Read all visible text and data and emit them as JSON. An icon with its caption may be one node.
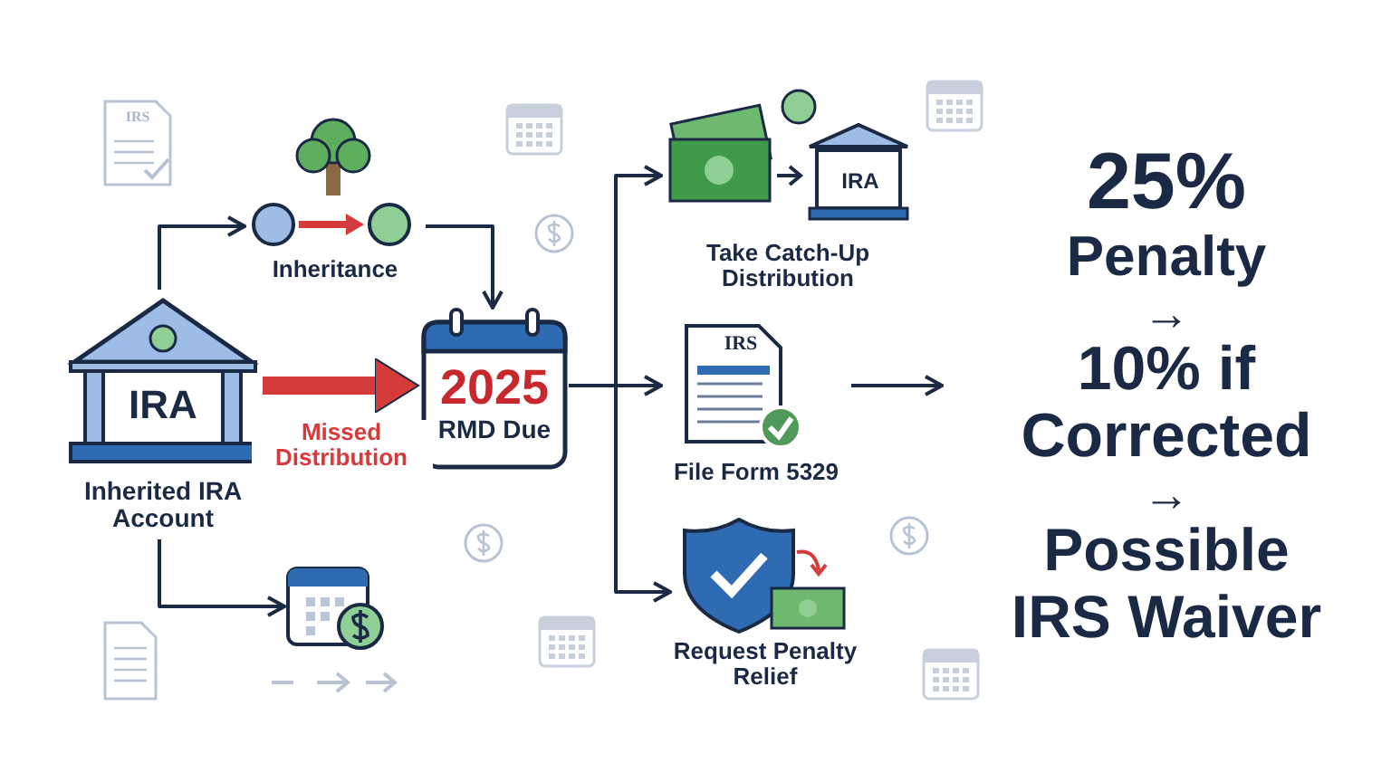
{
  "diagram": {
    "nodes": [
      {
        "text": [
          "IRA",
          "Inherited IRA Account"
        ]
      },
      {
        "text": [
          "Inheritance"
        ]
      },
      {
        "text": [
          "2025",
          "RMD Due"
        ]
      },
      {
        "text": [
          "IRA",
          "Take Catch-Up Distribution"
        ]
      },
      {
        "text": [
          "IRS",
          "File Form 5329"
        ]
      },
      {
        "text": [
          "Request Penalty Relief"
        ]
      },
      {
        "text": [],
        "shape": "picture"
      },
      {
        "text": [
          "25%",
          "Penalty",
          "→",
          "10% if Corrected",
          "→",
          "Possible IRS Waiver"
        ]
      }
    ],
    "edges": [
      {
        "from": 0,
        "to": 1,
        "arrow": "to"
      },
      {
        "from": 1,
        "to": 2,
        "arrow": "to"
      },
      {
        "from": 0,
        "to": 2,
        "arrow": "to",
        "label": "Missed Distribution",
        "style": "thick",
        "color": "#d63b3b"
      },
      {
        "from": 2,
        "to": 3,
        "arrow": "to"
      },
      {
        "from": 2,
        "to": 4,
        "arrow": "to"
      },
      {
        "from": 2,
        "to": 5,
        "arrow": "to"
      },
      {
        "from": 4,
        "to": 7,
        "arrow": "to"
      },
      {
        "from": 0,
        "to": 6,
        "arrow": "to"
      }
    ],
    "labels": [
      "IRS"
    ]
  }
}
